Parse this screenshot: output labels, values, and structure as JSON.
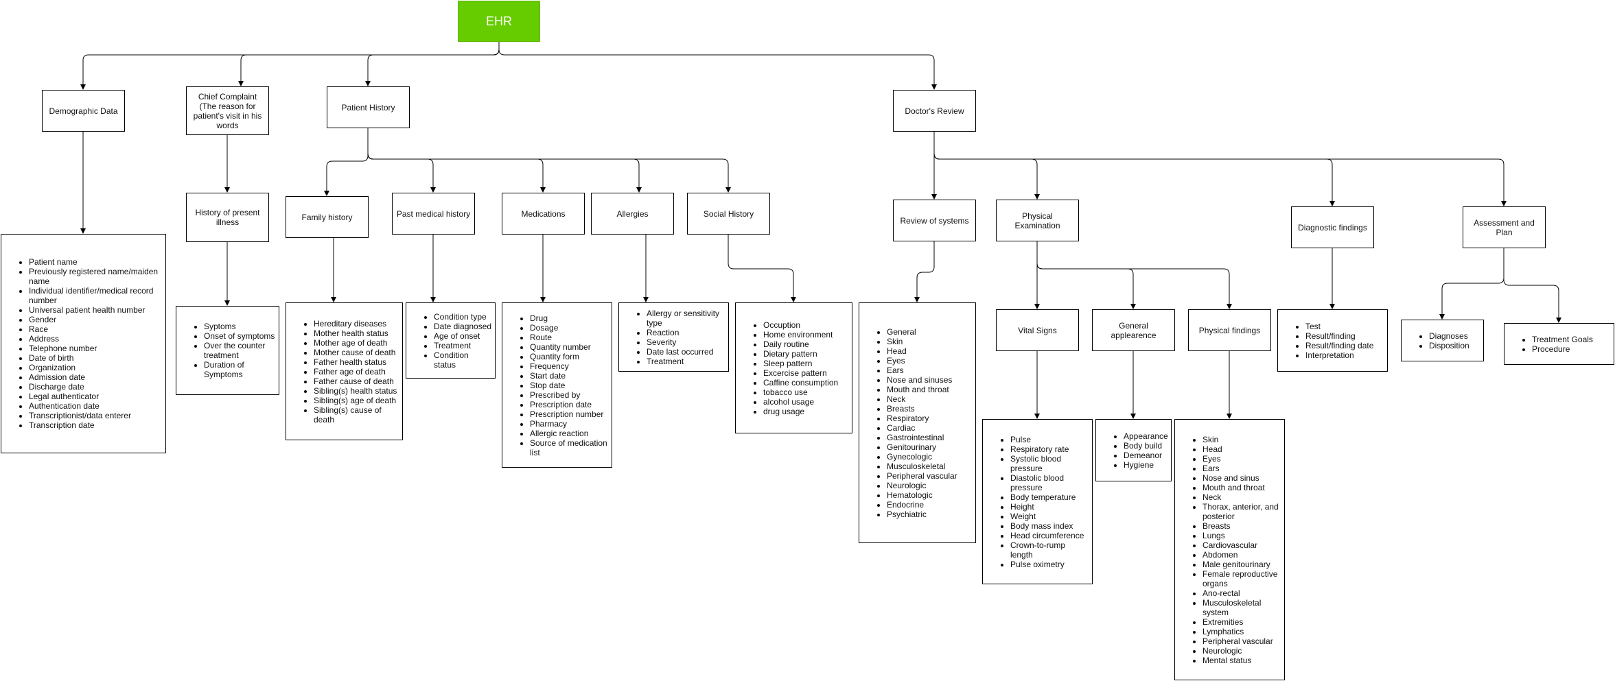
{
  "root": {
    "label": "EHR"
  },
  "demographic": {
    "label": "Demographic Data",
    "items": [
      "Patient name",
      "Previously registered name/maiden name",
      "Individual identifier/medical record number",
      "Universal patient health number",
      "Gender",
      "Race",
      "Address",
      "Telephone number",
      "Date of birth",
      "Organization",
      "Admission date",
      "Discharge date",
      "Legal authenticator",
      "Authentication date",
      "Transcriptionist/data enterer",
      "Transcription date"
    ]
  },
  "chief_complaint": {
    "label": "Chief Complaint (The reason for patient's visit in his words"
  },
  "history_present": {
    "label": "History of present illness",
    "items": [
      "Syptoms",
      "Onset of symptoms",
      "Over the counter treatment",
      "Duration of Symptoms"
    ]
  },
  "patient_history": {
    "label": "Patient History"
  },
  "family_history": {
    "label": "Family history",
    "items": [
      "Hereditary diseases",
      "Mother health status",
      "Mother age of death",
      "Mother cause of death",
      "Father health status",
      "Father age of death",
      "Father cause of death",
      "Sibling(s) health status",
      "Sibling(s) age of death",
      "Sibling(s) cause of death"
    ]
  },
  "past_medical": {
    "label": "Past medical history",
    "items": [
      "Condition type",
      "Date diagnosed",
      "Age of onset",
      "Treatment",
      "Condition status"
    ]
  },
  "medications": {
    "label": "Medications",
    "items": [
      "Drug",
      "Dosage",
      "Route",
      "Quantity number",
      "Quantity form",
      "Frequency",
      "Start date",
      "Stop date",
      "Prescribed by",
      "Prescription date",
      "Prescription number",
      "Pharmacy",
      "Allergic reaction",
      "Source of medication list"
    ]
  },
  "allergies": {
    "label": "Allergies",
    "items": [
      "Allergy or sensitivity type",
      "Reaction",
      "Severity",
      "Date last occurred",
      "Treatment"
    ]
  },
  "social_history": {
    "label": "Social History",
    "items": [
      "Occuption",
      "Home environment",
      "Daily routine",
      "Dietary pattern",
      "Sleep pattern",
      "Excercise pattern",
      "Caffine consumption",
      "tobacco use",
      "alcohol usage",
      "drug usage"
    ]
  },
  "doctors_review": {
    "label": "Doctor's Review"
  },
  "review_systems": {
    "label": "Review of systems",
    "items": [
      "General",
      "Skin",
      "Head",
      "Eyes",
      "Ears",
      "Nose and sinuses",
      "Mouth and throat",
      "Neck",
      "Breasts",
      "Respiratory",
      "Cardiac",
      "Gastrointestinal",
      "Genitourinary",
      "Gynecologic",
      "Musculoskeletal",
      "Peripheral vascular",
      "Neurologic",
      "Hematologic",
      "Endocrine",
      "Psychiatric"
    ]
  },
  "physical_exam": {
    "label": "Physical Examination"
  },
  "vital_signs": {
    "label": "Vital Signs",
    "items": [
      "Pulse",
      "Respiratory rate",
      "Systolic blood pressure",
      "Diastolic blood pressure",
      "Body temperature",
      "Height",
      "Weight",
      "Body mass index",
      "Head circumference",
      "Crown-to-rump length",
      "Pulse oximetry"
    ]
  },
  "general_appearance": {
    "label": "General applearence",
    "items": [
      "Appearance",
      "Body build",
      "Demeanor",
      "Hygiene"
    ]
  },
  "physical_findings": {
    "label": "Physical findings",
    "items": [
      "Skin",
      "Head",
      "Eyes",
      "Ears",
      "Nose and sinus",
      "Mouth and throat",
      "Neck",
      "Thorax, anterior, and posterior",
      "Breasts",
      "Lungs",
      "Cardiovascular",
      "Abdomen",
      "Male genitourinary",
      "Female reproductive organs",
      "Ano-rectal",
      "Musculoskeletal system",
      "Extremities",
      "Lymphatics",
      "Peripheral vascular",
      "Neurologic",
      "Mental status"
    ]
  },
  "diagnostic_findings": {
    "label": "Diagnostic findings",
    "items": [
      "Test",
      "Result/finding",
      "Result/finding date",
      "Interpretation"
    ]
  },
  "assessment_plan": {
    "label": "Assessment and Plan"
  },
  "diagnoses": {
    "items": [
      "Diagnoses",
      "Disposition"
    ]
  },
  "treatment": {
    "items": [
      "Treatment Goals",
      "Procedure"
    ]
  }
}
